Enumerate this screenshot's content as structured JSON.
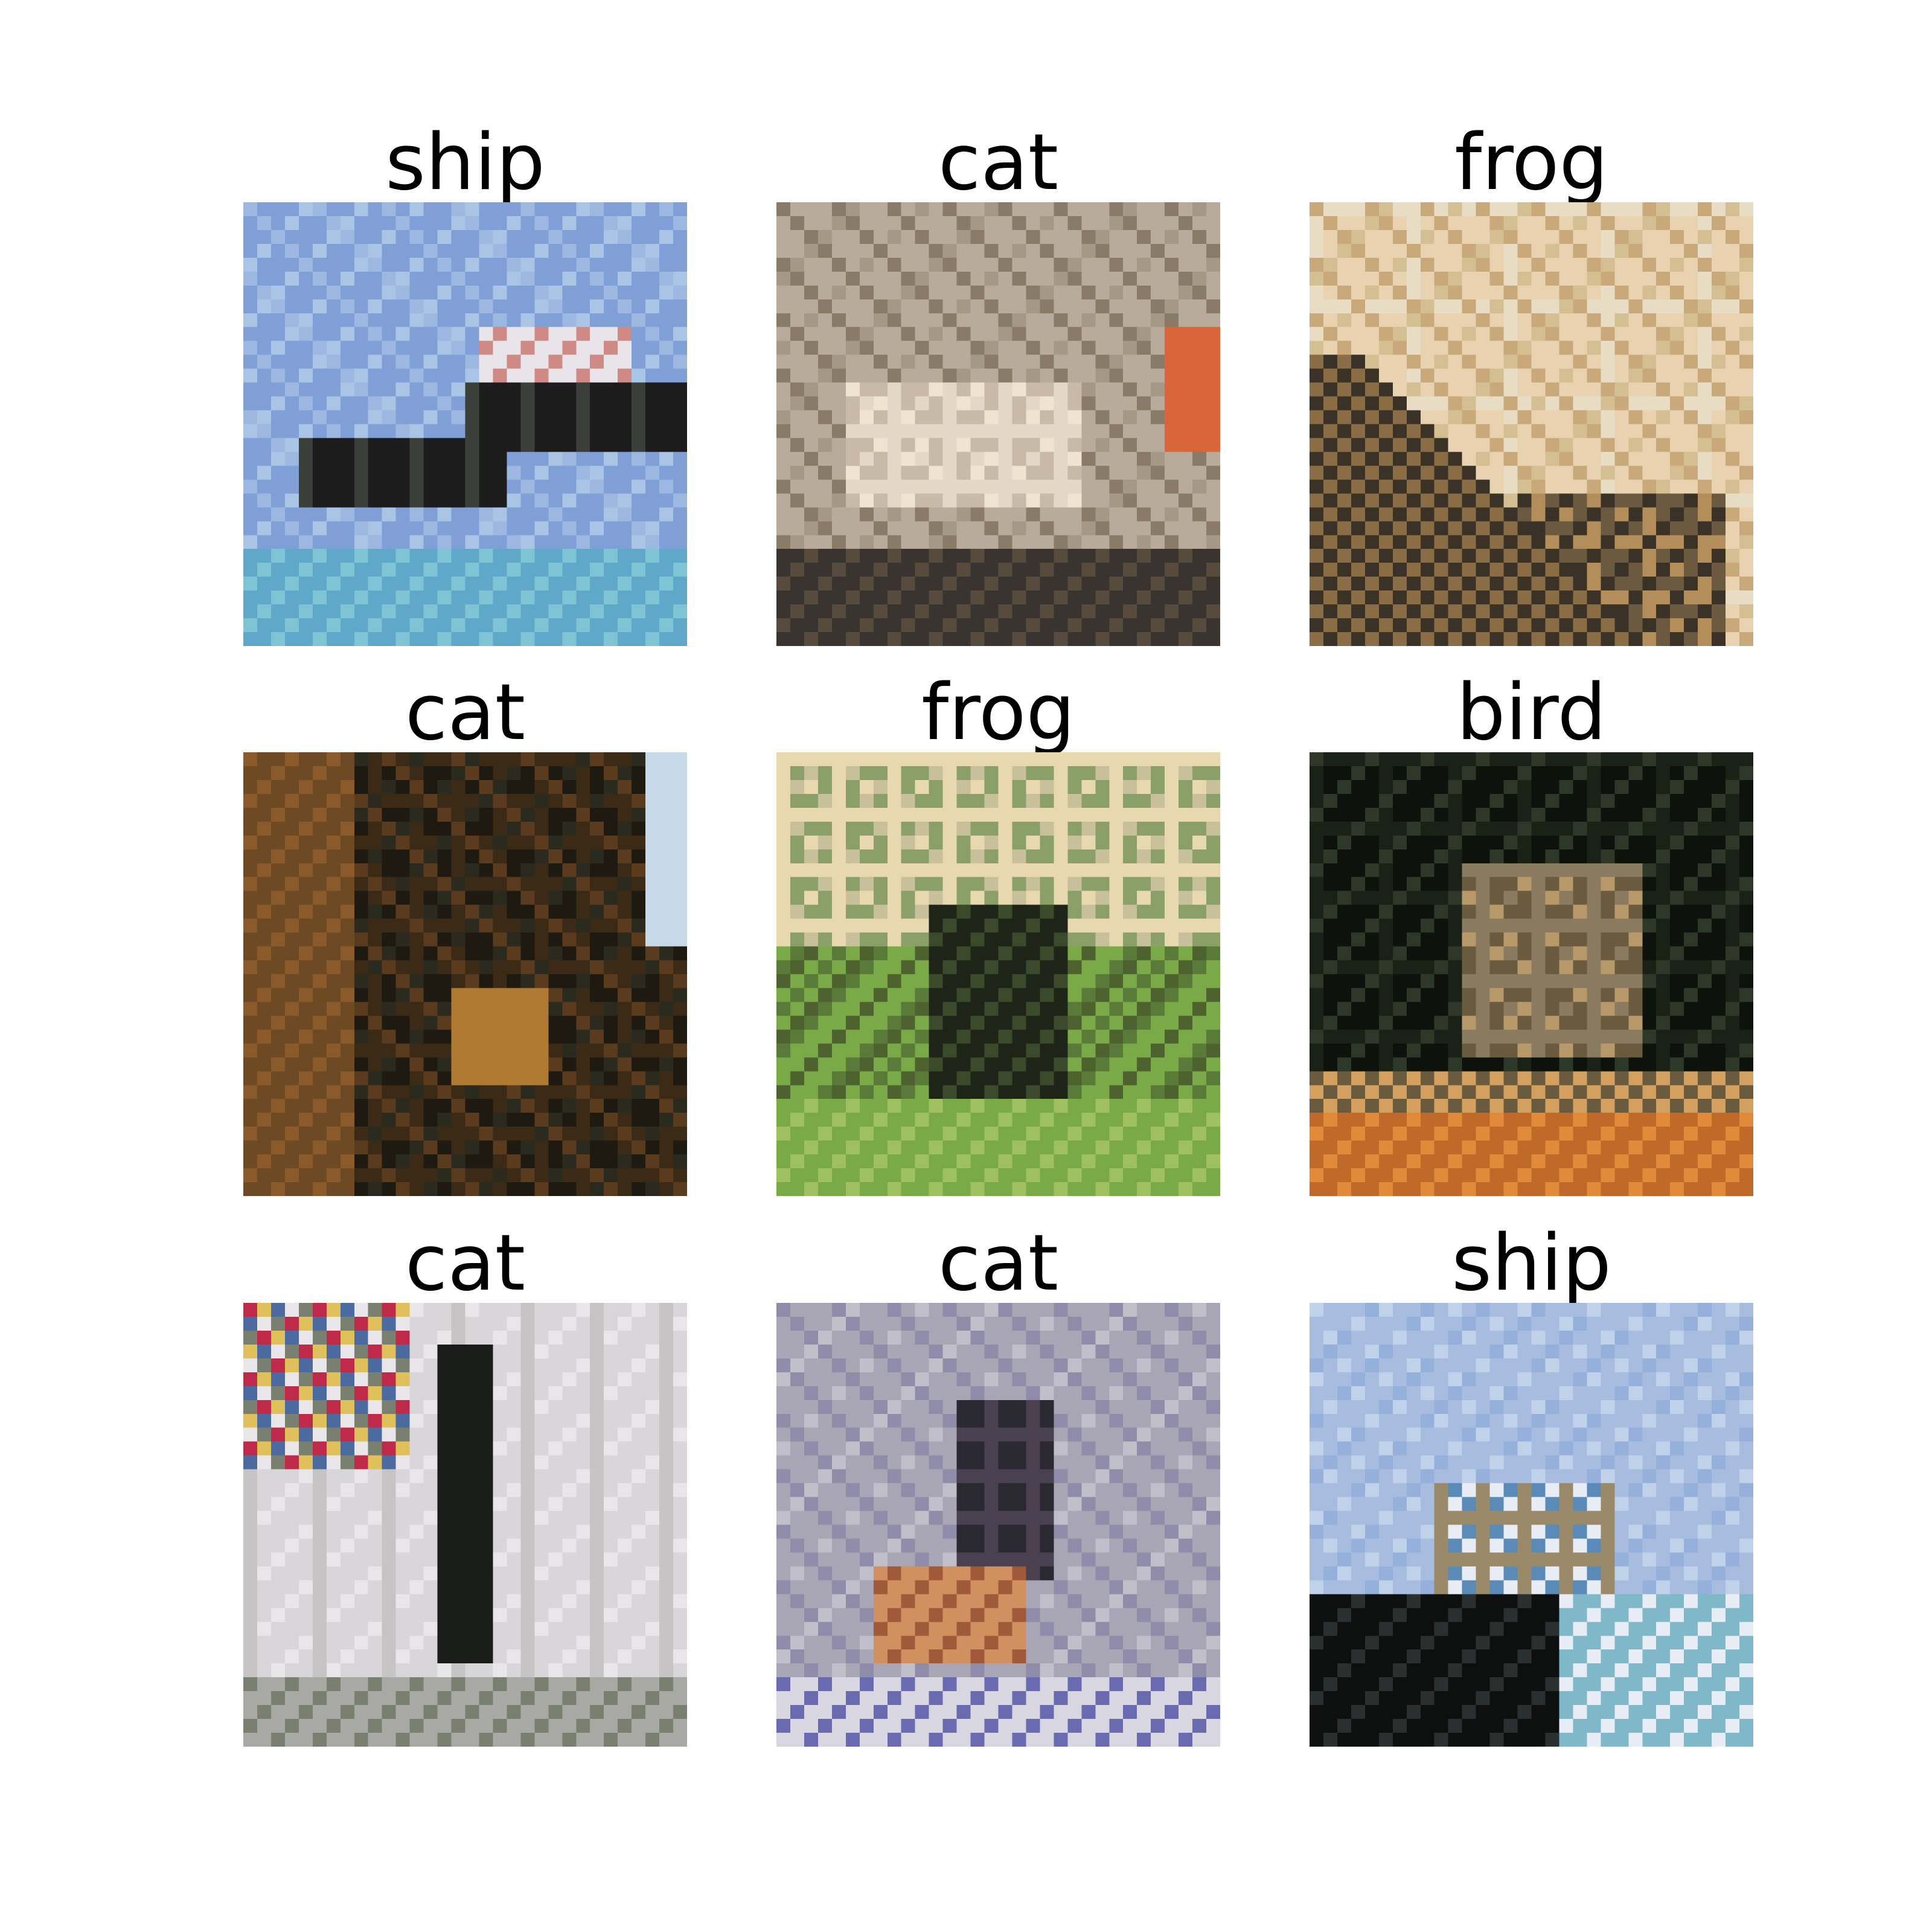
{
  "grid": [
    {
      "label": "ship",
      "palette": [
        "#7f9fd6",
        "#9db8e0",
        "#a9c4e4",
        "#1c1c1c",
        "#3a3f3a",
        "#e8e4ea",
        "#cf8a86",
        "#7fc4d4",
        "#5fa8c9"
      ]
    },
    {
      "label": "cat",
      "palette": [
        "#b9ab9b",
        "#8a7a68",
        "#564b3d",
        "#e4d7c7",
        "#c8b9a8",
        "#d9663a",
        "#3a3430",
        "#a59887",
        "#f0e3d2"
      ]
    },
    {
      "label": "frog",
      "palette": [
        "#e8d2b0",
        "#f2e5c8",
        "#c9a97a",
        "#8a6d44",
        "#3a3227",
        "#e9dcc5",
        "#b48e5a",
        "#6b5a40",
        "#d4bf93"
      ]
    },
    {
      "label": "cat",
      "palette": [
        "#3a2a16",
        "#1e1a12",
        "#5a3b1d",
        "#8a5a2a",
        "#b07a33",
        "#2a2a1e",
        "#6e4a24",
        "#c7d8e8",
        "#120f0a"
      ]
    },
    {
      "label": "frog",
      "palette": [
        "#5a7a3a",
        "#7aaa48",
        "#3a4a2a",
        "#1e2418",
        "#c7c09a",
        "#e8d8b0",
        "#8aa068",
        "#9ec060",
        "#4e6230"
      ]
    },
    {
      "label": "bird",
      "palette": [
        "#0e120c",
        "#1a2218",
        "#2e3828",
        "#6a5a3e",
        "#b89a6a",
        "#d4a060",
        "#c06a2a",
        "#e08a3a",
        "#8a7a60"
      ]
    },
    {
      "label": "cat",
      "palette": [
        "#d8d6d8",
        "#c6c4c4",
        "#a8a8a4",
        "#e8e6e8",
        "#1a1c1a",
        "#c02a4a",
        "#e0c05a",
        "#4a6aa0",
        "#7a8070"
      ]
    },
    {
      "label": "cat",
      "palette": [
        "#a8a6b4",
        "#8e8ca8",
        "#c0bec8",
        "#6a6ab0",
        "#4a4050",
        "#d09060",
        "#a05a3a",
        "#2a2830",
        "#d8d6e0"
      ]
    },
    {
      "label": "ship",
      "palette": [
        "#a8bce0",
        "#96b0dc",
        "#c0d2ea",
        "#0e1010",
        "#2a3030",
        "#7fb8c8",
        "#e8ecf4",
        "#9a8a6a",
        "#5a8ab8"
      ]
    }
  ]
}
